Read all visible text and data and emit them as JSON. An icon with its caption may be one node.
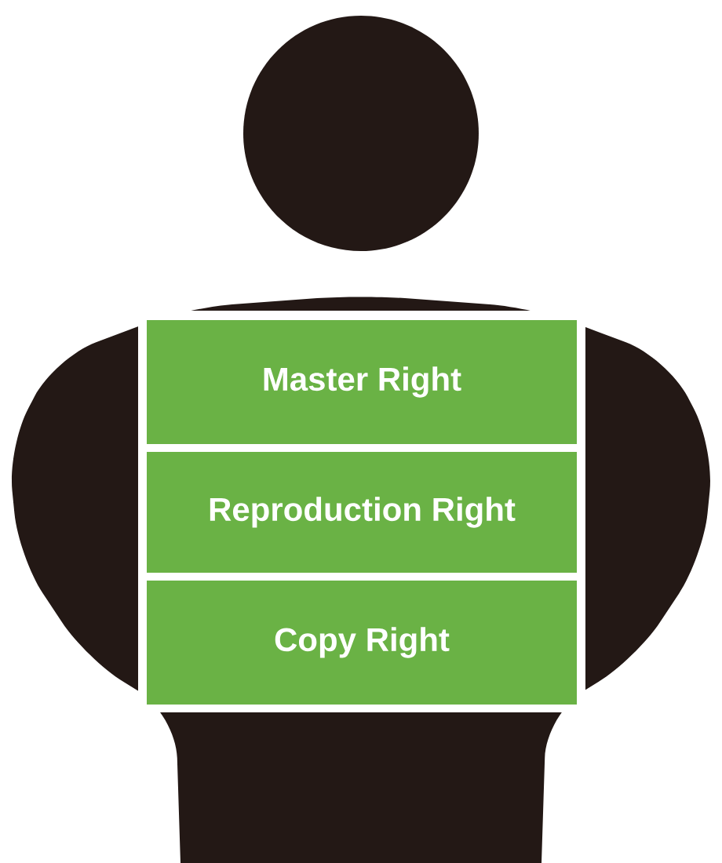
{
  "diagram": {
    "nodes": [
      {
        "text": [
          "Master Right"
        ]
      },
      {
        "text": [
          "Reproduction Right"
        ]
      },
      {
        "text": [
          "Copy Right"
        ]
      }
    ]
  }
}
